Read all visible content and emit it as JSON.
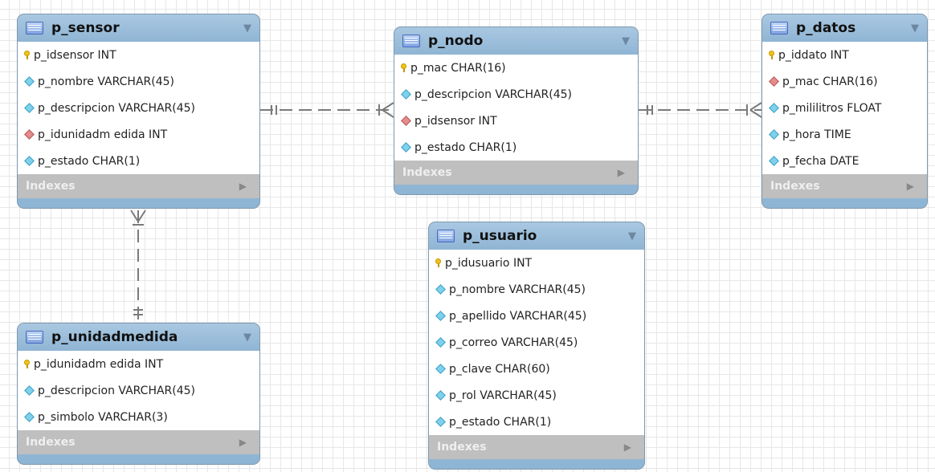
{
  "entities": {
    "p_sensor": {
      "title": "p_sensor",
      "columns": [
        {
          "text": "p_idsensor INT",
          "icon": "primary-key-icon"
        },
        {
          "text": "p_nombre VARCHAR(45)",
          "icon": "column-diamond-icon"
        },
        {
          "text": "p_descripcion VARCHAR(45)",
          "icon": "column-diamond-icon"
        },
        {
          "text": "p_idunidadm edida INT",
          "icon": "foreign-key-icon"
        },
        {
          "text": "p_estado CHAR(1)",
          "icon": "column-diamond-icon"
        }
      ],
      "indexes_label": "Indexes"
    },
    "p_nodo": {
      "title": "p_nodo",
      "columns": [
        {
          "text": "p_mac CHAR(16)",
          "icon": "primary-key-icon"
        },
        {
          "text": "p_descripcion VARCHAR(45)",
          "icon": "column-diamond-icon"
        },
        {
          "text": "p_idsensor INT",
          "icon": "foreign-key-icon"
        },
        {
          "text": "p_estado CHAR(1)",
          "icon": "column-diamond-icon"
        }
      ],
      "indexes_label": "Indexes"
    },
    "p_datos": {
      "title": "p_datos",
      "columns": [
        {
          "text": "p_iddato INT",
          "icon": "primary-key-icon"
        },
        {
          "text": "p_mac CHAR(16)",
          "icon": "foreign-key-icon"
        },
        {
          "text": "p_mililitros FLOAT",
          "icon": "column-diamond-icon"
        },
        {
          "text": "p_hora TIME",
          "icon": "column-diamond-icon"
        },
        {
          "text": "p_fecha DATE",
          "icon": "column-diamond-icon"
        }
      ],
      "indexes_label": "Indexes"
    },
    "p_usuario": {
      "title": "p_usuario",
      "columns": [
        {
          "text": "p_idusuario INT",
          "icon": "primary-key-icon"
        },
        {
          "text": "p_nombre VARCHAR(45)",
          "icon": "column-diamond-icon"
        },
        {
          "text": "p_apellido VARCHAR(45)",
          "icon": "column-diamond-icon"
        },
        {
          "text": "p_correo VARCHAR(45)",
          "icon": "column-diamond-icon"
        },
        {
          "text": "p_clave CHAR(60)",
          "icon": "column-diamond-icon"
        },
        {
          "text": "p_rol VARCHAR(45)",
          "icon": "column-diamond-icon"
        },
        {
          "text": "p_estado CHAR(1)",
          "icon": "column-diamond-icon"
        }
      ],
      "indexes_label": "Indexes"
    },
    "p_unidadmedida": {
      "title": "p_unidadmedida",
      "columns": [
        {
          "text": "p_idunidadm edida INT",
          "icon": "primary-key-icon"
        },
        {
          "text": "p_descripcion VARCHAR(45)",
          "icon": "column-diamond-icon"
        },
        {
          "text": "p_simbolo VARCHAR(3)",
          "icon": "column-diamond-icon"
        }
      ],
      "indexes_label": "Indexes"
    }
  },
  "relationships": [
    {
      "from": "p_sensor",
      "to": "p_nodo",
      "from_end": "one-mandatory",
      "to_end": "many-mandatory"
    },
    {
      "from": "p_nodo",
      "to": "p_datos",
      "from_end": "one-mandatory",
      "to_end": "many-mandatory"
    },
    {
      "from": "p_unidadmedida",
      "to": "p_sensor",
      "from_end": "one-mandatory",
      "to_end": "many-mandatory"
    }
  ],
  "colors": {
    "header": "#8fb5d4",
    "indexes_bar": "#bfbfbf",
    "primary_key": "#f0c419",
    "column": "#7ed1ec",
    "foreign_key": "#e58c8c",
    "connector": "#7a7a7a"
  }
}
